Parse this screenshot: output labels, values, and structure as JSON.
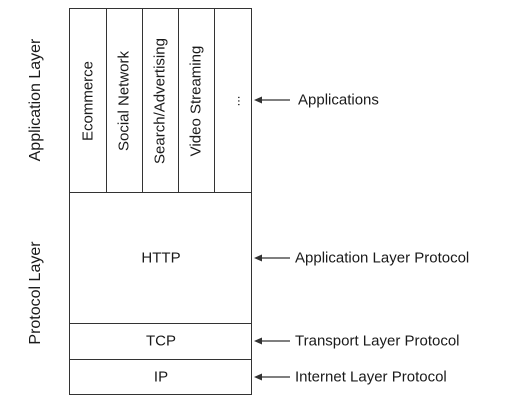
{
  "left_labels": {
    "application_layer": "Application Layer",
    "protocol_layer": "Protocol Layer"
  },
  "stack": {
    "applications": [
      "Ecommerce",
      "Social Network",
      "Search/Advertising",
      "Video Streaming"
    ],
    "more_symbol": "...",
    "http": "HTTP",
    "tcp": "TCP",
    "ip": "IP"
  },
  "annotations": {
    "applications": "Applications",
    "application_layer_protocol": "Application Layer Protocol",
    "transport_layer_protocol": "Transport Layer Protocol",
    "internet_layer_protocol": "Internet Layer Protocol"
  },
  "colors": {
    "line": "#333333",
    "text": "#1a1a1a"
  }
}
